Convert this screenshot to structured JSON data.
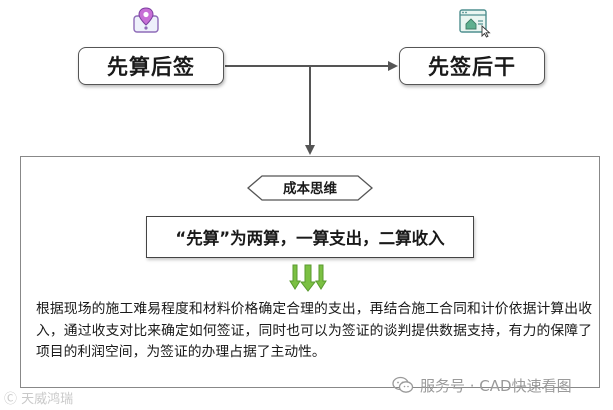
{
  "top": {
    "left_label": "先算后签",
    "right_label": "先签后干",
    "left_icon": "location-pin-icon",
    "right_icon": "browser-home-icon"
  },
  "panel": {
    "diamond_label": "成本思维",
    "slogan": "“先算”为两算，一算支出，二算收入",
    "description": "根据现场的施工难易程度和材料价格确定合理的支出，再结合施工合同和计价依据计算出收入，通过收支对比来确定如何签证，同时也可以为签证的谈判提供数据支持，有力的保障了项目的利润空间，为签证的办理占据了主动性。"
  },
  "watermark": {
    "left": "Ⓒ 天威鸿瑞",
    "right": "服务号 · CAD快速看图",
    "right_icon": "wechat-icon"
  },
  "colors": {
    "down_arrow_fill": "#7bc043",
    "down_arrow_stroke": "#5a9a2f",
    "line": "#555555",
    "icon_purple": "#8e6bb8",
    "icon_teal": "#4f8f8f"
  }
}
